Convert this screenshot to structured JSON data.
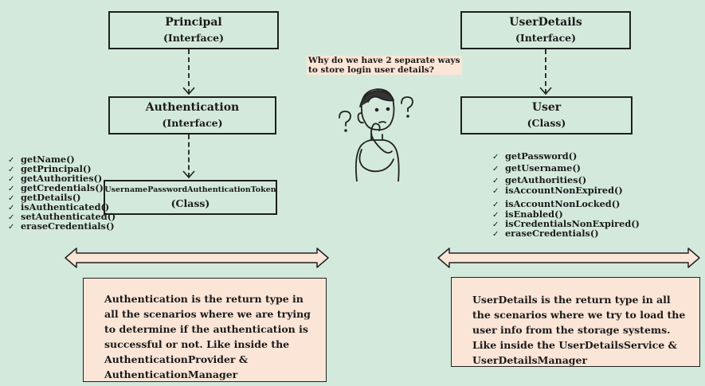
{
  "left": {
    "principal": {
      "name": "Principal",
      "kind": "(Interface)"
    },
    "authentication": {
      "name": "Authentication",
      "kind": "(Interface)"
    },
    "token": {
      "name": "UsernamePasswordAuthenticationToken",
      "kind": "(Class)"
    },
    "methods": [
      "getName()",
      "getPrincipal()",
      "getAuthorities()",
      "getCredentials()",
      "getDetails()",
      "isAuthenticated()",
      "setAuthenticated()",
      "eraseCredentials()"
    ],
    "note": "Authentication is the return type in all the scenarios where we are trying to determine if  the authentication is successful or not. Like inside the AuthenticationProvider & AuthenticationManager"
  },
  "right": {
    "userdetails": {
      "name": "UserDetails",
      "kind": "(Interface)"
    },
    "user": {
      "name": "User",
      "kind": "(Class)"
    },
    "methods": [
      "getPassword()",
      "getUsername()",
      "getAuthorities()",
      "isAccountNonExpired()",
      "isAccountNonLocked()",
      "isEnabled()",
      "isCredentialsNonExpired()",
      "eraseCredentials()"
    ],
    "note": "UserDetails is the return type in all the scenarios where we try to load the user info from the storage systems. Like inside the UserDetailsService & UserDetailsManager"
  },
  "question": {
    "line1": "Why do we have 2 separate ways",
    "line2": "to store login user details?"
  },
  "colors": {
    "background": "#d3e9dc",
    "note": "#fbe5d6",
    "stroke": "#1f1f1f"
  }
}
